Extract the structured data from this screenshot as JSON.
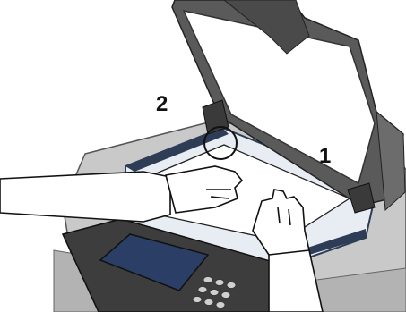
{
  "callouts": {
    "step_1": "1",
    "step_2": "2"
  },
  "colors": {
    "device_body": "#c9c9c9",
    "device_shadow": "#8c8c8c",
    "lid_frame": "#5a5a5a",
    "glass": "#e8edf3",
    "glass_edge": "#2e3d55",
    "paper": "#ffffff",
    "panel": "#3d3d3d",
    "screen": "#2b3f66",
    "outline": "#111111"
  },
  "icons": [
    "document-on-platen",
    "left-hand-icon",
    "right-hand-icon",
    "corner-marker-circle",
    "control-panel",
    "touch-screen",
    "keypad"
  ]
}
